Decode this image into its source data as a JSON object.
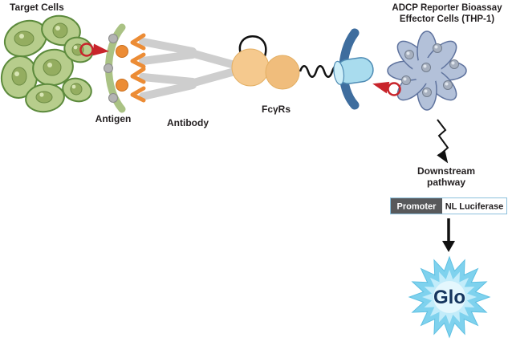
{
  "labels": {
    "target_cells": "Target Cells",
    "antigen": "Antigen",
    "antibody": "Antibody",
    "fcyrs": "FcγRs",
    "effector_line1": "ADCP Reporter Bioassay",
    "effector_line2": "Effector Cells (THP-1)",
    "downstream_line1": "Downstream",
    "downstream_line2": "pathway",
    "promoter": "Promoter",
    "nl_luciferase": "NL Luciferase",
    "glo": "Glo"
  },
  "colors": {
    "target_cell_fill": "#b7cd8c",
    "target_cell_stroke": "#5c8a3c",
    "nucleus_green": "#94ad60",
    "membrane_green": "#aac284",
    "antigen_orange": "#ec8c35",
    "antibody_gray": "#cecece",
    "fcgr_tan": "#f5c98e",
    "effector_membrane_blue": "#3e6d9e",
    "cylinder_blue": "#a9dcee",
    "thp1_petal_fill": "#b3c1d9",
    "thp1_petal_stroke": "#5f739e",
    "red_accent": "#c8242b",
    "promoter_bg": "#58595b",
    "reporter_box_border": "#8cc0dc",
    "glo_blue": "#7fd2ee",
    "glo_text": "#16355e",
    "text_dark": "#231f20"
  }
}
